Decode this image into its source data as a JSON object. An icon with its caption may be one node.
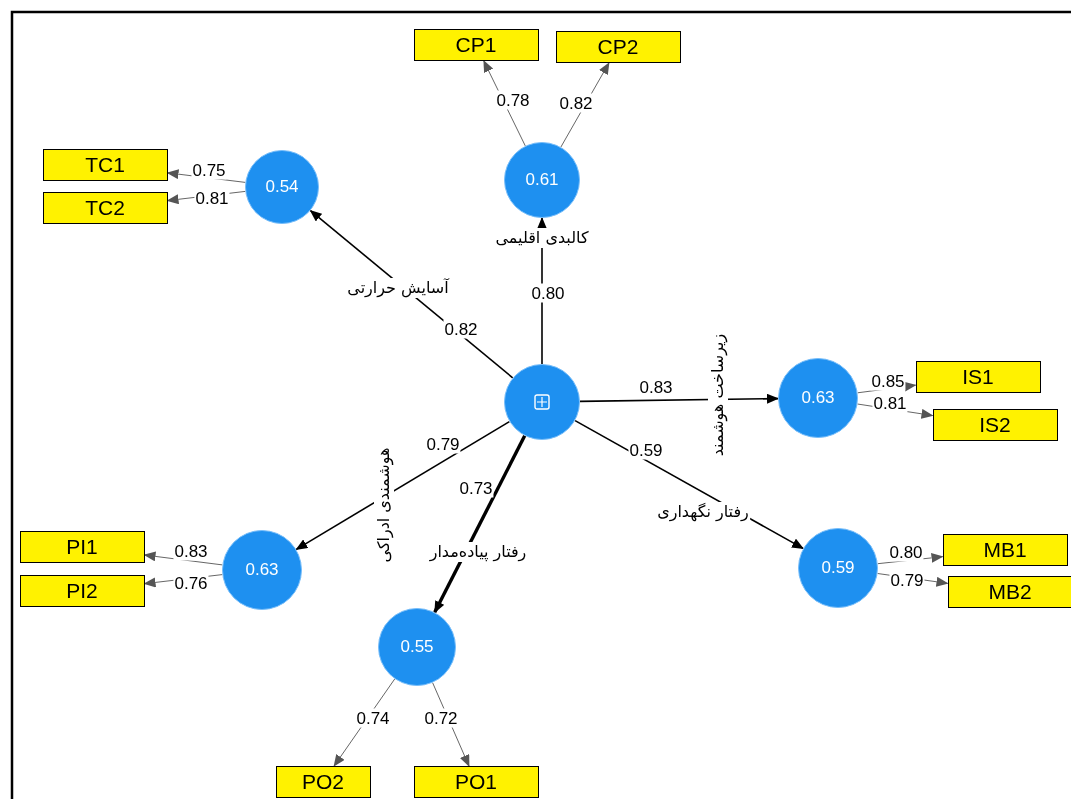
{
  "diagram": {
    "nodes": [
      {
        "text": [],
        "shape": "circle"
      },
      {
        "text": [
          "0.61"
        ],
        "beside": [
          "کالبدی اقلیمی"
        ]
      },
      {
        "text": [
          "0.54"
        ],
        "beside": [
          "آسایش حرارتی"
        ]
      },
      {
        "text": [
          "0.63"
        ],
        "beside": [
          "زیرساخت هوشمند"
        ]
      },
      {
        "text": [
          "0.59"
        ],
        "beside": [
          "رفتار نگهداری"
        ]
      },
      {
        "text": [
          "0.55"
        ],
        "beside": [
          "رفتار پیاده‌مدار"
        ]
      },
      {
        "text": [
          "0.63"
        ]
      },
      {
        "text": [
          "CP1"
        ]
      },
      {
        "text": [
          "CP2"
        ]
      },
      {
        "text": [
          "TC1"
        ]
      },
      {
        "text": [
          "TC2"
        ]
      },
      {
        "text": [
          "IS1"
        ]
      },
      {
        "text": [
          "IS2"
        ]
      },
      {
        "text": [
          "PI1"
        ]
      },
      {
        "text": [
          "PI2"
        ]
      },
      {
        "text": [
          "MB1"
        ]
      },
      {
        "text": [
          "MB2"
        ]
      },
      {
        "text": [
          "PO2"
        ]
      },
      {
        "text": [
          "PO1"
        ]
      }
    ],
    "edges": [
      {
        "from": 0,
        "to": 1,
        "arrow": "to",
        "label": "0.80"
      },
      {
        "from": 0,
        "to": 2,
        "arrow": "to",
        "label": "0.82"
      },
      {
        "from": 0,
        "to": 3,
        "arrow": "to",
        "label": "0.83"
      },
      {
        "from": 0,
        "to": 4,
        "arrow": "to",
        "label": "0.59"
      },
      {
        "from": 0,
        "to": 5,
        "arrow": "to",
        "label": "0.73",
        "style": "thick"
      },
      {
        "from": 0,
        "to": 6,
        "arrow": "to",
        "label": "0.79"
      },
      {
        "from": 1,
        "to": 7,
        "arrow": "to",
        "label": "0.78"
      },
      {
        "from": 1,
        "to": 8,
        "arrow": "to",
        "label": "0.82"
      },
      {
        "from": 2,
        "to": 9,
        "arrow": "to",
        "label": "0.75"
      },
      {
        "from": 2,
        "to": 10,
        "arrow": "to",
        "label": "0.81"
      },
      {
        "from": 3,
        "to": 11,
        "arrow": "to",
        "label": "0.85"
      },
      {
        "from": 3,
        "to": 12,
        "arrow": "to",
        "label": "0.81"
      },
      {
        "from": 6,
        "to": 13,
        "arrow": "to",
        "label": "0.83"
      },
      {
        "from": 6,
        "to": 14,
        "arrow": "to",
        "label": "0.76"
      },
      {
        "from": 4,
        "to": 15,
        "arrow": "to",
        "label": "0.80"
      },
      {
        "from": 4,
        "to": 16,
        "arrow": "to",
        "label": "0.79"
      },
      {
        "from": 5,
        "to": 17,
        "arrow": "to",
        "label": "0.74"
      },
      {
        "from": 5,
        "to": 18,
        "arrow": "to",
        "label": "0.72"
      }
    ],
    "labels": [
      "هوشمندی ادراکی"
    ]
  }
}
